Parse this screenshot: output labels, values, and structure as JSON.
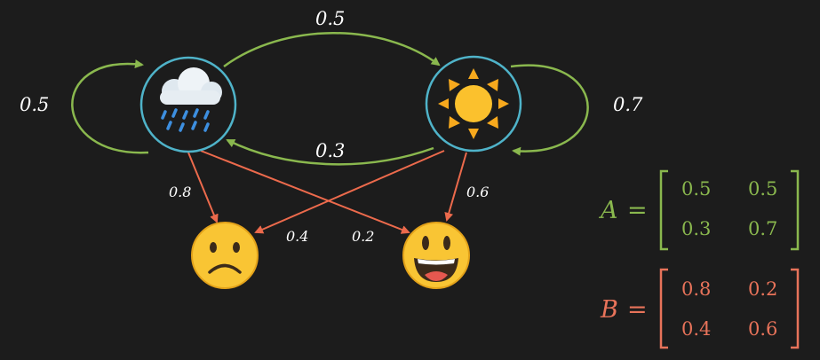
{
  "states": {
    "rainy": {
      "icon": "rain-cloud-icon"
    },
    "sunny": {
      "icon": "sun-icon"
    }
  },
  "observations": {
    "sad": {
      "icon": "sad-face-icon"
    },
    "happy": {
      "icon": "happy-face-icon"
    }
  },
  "transition_labels": {
    "rainy_to_rainy": "0.5",
    "rainy_to_sunny": "0.5",
    "sunny_to_rainy": "0.3",
    "sunny_to_sunny": "0.7"
  },
  "emission_labels": {
    "rainy_to_sad": "0.8",
    "rainy_to_happy": "0.2",
    "sunny_to_sad": "0.4",
    "sunny_to_happy": "0.6"
  },
  "matrix_a": {
    "name": "A",
    "equals": "=",
    "row1": [
      "0.5",
      "0.5"
    ],
    "row2": [
      "0.3",
      "0.7"
    ]
  },
  "matrix_b": {
    "name": "B",
    "equals": "=",
    "row1": [
      "0.8",
      "0.2"
    ],
    "row2": [
      "0.4",
      "0.6"
    ]
  },
  "colors": {
    "background": "#1c1c1c",
    "transition": "#8ab84e",
    "emission": "#ec6a4c",
    "state_ring": "#4fb3c9",
    "matrix_a": "#8ab84e",
    "matrix_b": "#e8735a"
  }
}
